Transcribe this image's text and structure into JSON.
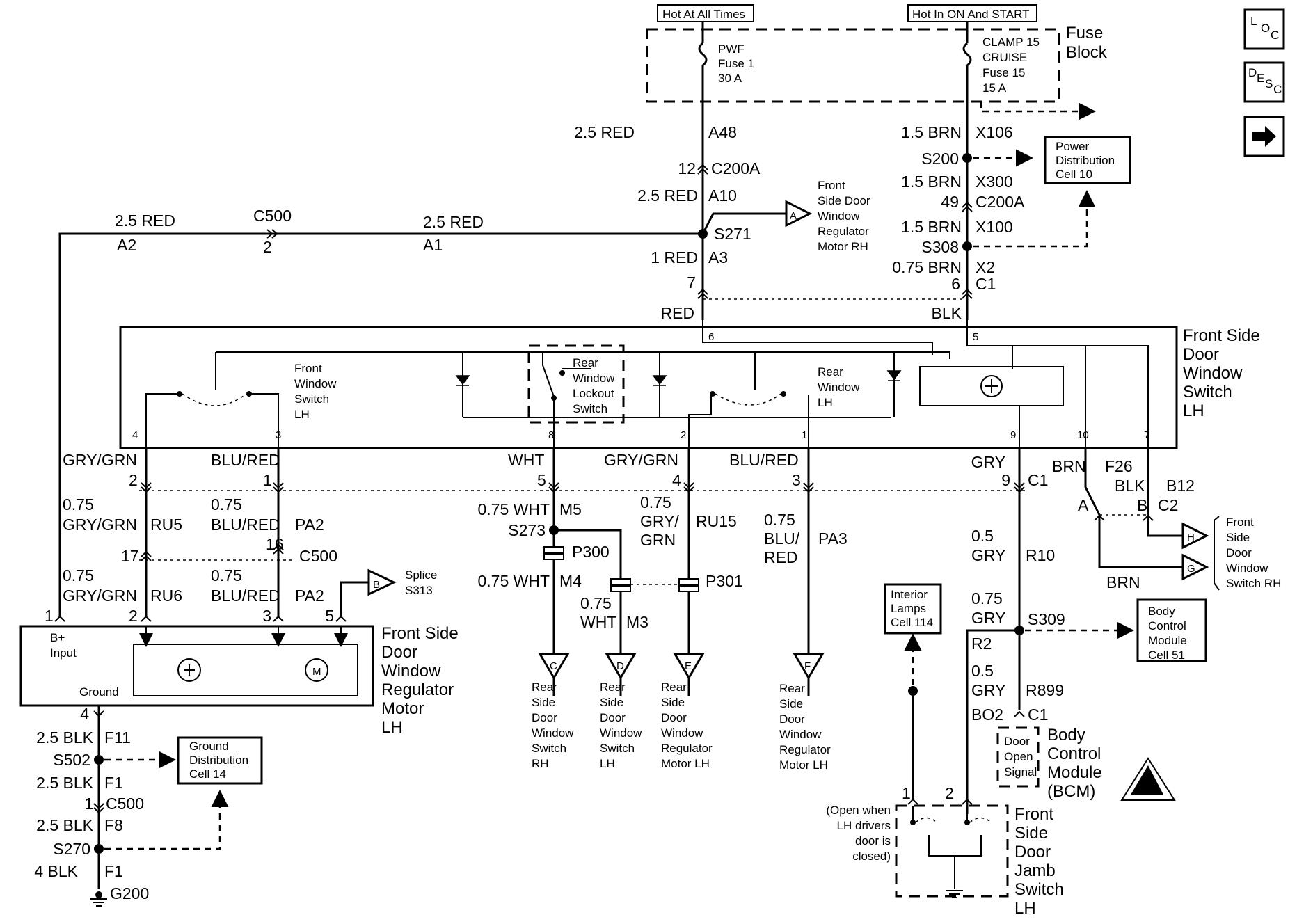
{
  "headers": {
    "hot_always": "Hot At All Times",
    "hot_on_start": "Hot In ON And START"
  },
  "fuse_block": {
    "title_line1": "Fuse",
    "title_line2": "Block",
    "pwf_line1": "PWF",
    "pwf_line2": "Fuse 1",
    "pwf_line3": "30 A",
    "clamp_line1": "CLAMP 15",
    "clamp_line2": "CRUISE",
    "clamp_line3": "Fuse 15",
    "clamp_line4": "15 A"
  },
  "nav_buttons": {
    "loc_l": "L",
    "loc_o": "O",
    "loc_c": "C",
    "desc_d": "D",
    "desc_e": "E",
    "desc_s": "S",
    "desc_c": "C"
  },
  "left_feed": {
    "w1": "2.5 RED",
    "c1": "A48",
    "pin_c200a": "12",
    "conn_c200a": "C200A",
    "w2": "2.5 RED",
    "c2": "A10",
    "splice": "S271",
    "w3": "1 RED",
    "c3": "A3",
    "pin7": "7",
    "color": "RED",
    "wire_a2": "2.5 RED",
    "ckt_a2": "A2",
    "c500": "C500",
    "c500_pin": "2",
    "wire_a1": "2.5 RED",
    "ckt_a1": "A1",
    "ref_a": "A",
    "ref_a_text1": "Front",
    "ref_a_text2": "Side Door",
    "ref_a_text3": "Window",
    "ref_a_text4": "Regulator",
    "ref_a_text5": "Motor RH"
  },
  "right_feed": {
    "w1": "1.5 BRN",
    "c1": "X106",
    "s200": "S200",
    "w2": "1.5 BRN",
    "c2": "X300",
    "pin_c200a": "49",
    "conn_c200a": "C200A",
    "w3": "1.5 BRN",
    "c3": "X100",
    "s308": "S308",
    "w4": "0.75 BRN",
    "c4": "X2",
    "pin6": "6",
    "c1_conn": "C1",
    "color": "BLK",
    "pdc_line1": "Power",
    "pdc_line2": "Distribution",
    "pdc_line3": "Cell 10"
  },
  "switch_box": {
    "title1": "Front Side",
    "title2": "Door",
    "title3": "Window",
    "title4": "Switch",
    "title5": "LH",
    "fw_line1": "Front",
    "fw_line2": "Window",
    "fw_line3": "Switch",
    "fw_line4": "LH",
    "rl_line1": "Rear",
    "rl_line2": "Window",
    "rl_line3": "Lockout",
    "rl_line4": "Switch",
    "rw_line1": "Rear",
    "rw_line2": "Window",
    "rw_line3": "LH",
    "pin6": "6",
    "pin5": "5",
    "pin4": "4",
    "pin3": "3",
    "pin8": "8",
    "pin2": "2",
    "pin1": "1",
    "pin9": "9",
    "pin10": "10",
    "pin7": "7"
  },
  "lower_wires": {
    "gg_color": "GRY/GRN",
    "gg_pin": "2",
    "br_color": "BLU/RED",
    "br_pin": "1",
    "wht_color": "WHT",
    "wht_pin": "5",
    "gg2_color": "GRY/GRN",
    "gg2_pin": "4",
    "br2_color": "BLU/RED",
    "br2_pin": "3",
    "gry_color": "GRY",
    "gry_pin": "9",
    "c1": "C1",
    "brn_color": "BRN",
    "f26": "F26",
    "blk_color": "BLK",
    "b12": "B12",
    "pin_a": "A",
    "pin_b": "B",
    "c2": "C2",
    "ru5_w": "0.75",
    "ru5_c": "GRY/GRN",
    "ru5": "RU5",
    "pa2_w": "0.75",
    "pa2_c": "BLU/RED",
    "pa2": "PA2",
    "c500_17": "17",
    "c500_16": "16",
    "c500": "C500",
    "ru6_w": "0.75",
    "ru6_c": "GRY/GRN",
    "ru6": "RU6",
    "pa2b_w": "0.75",
    "pa2b_c": "BLU/RED",
    "pa2b": "PA2",
    "ref_b": "B",
    "splice_s313_1": "Splice",
    "splice_s313_2": "S313",
    "m5": "0.75 WHT",
    "m5c": "M5",
    "s273": "S273",
    "p300": "P300",
    "m4": "0.75 WHT",
    "m4c": "M4",
    "m3_w": "0.75",
    "m3_c": "WHT",
    "m3": "M3",
    "p301": "P301",
    "ru15_w": "0.75",
    "ru15_c1": "GRY/",
    "ru15_c2": "GRN",
    "ru15": "RU15",
    "pa3_w": "0.75",
    "pa3_c1": "BLU/",
    "pa3_c2": "RED",
    "pa3": "PA3",
    "r10_w": "0.5",
    "r10_c": "GRY",
    "r10": "R10",
    "s309_w": "0.75",
    "s309_c": "GRY",
    "s309": "S309",
    "r2": "R2",
    "r899_w": "0.5",
    "r899_c": "GRY",
    "r899": "R899",
    "bo2": "BO2",
    "c1b": "C1",
    "brn2": "BRN",
    "ref_h": "H",
    "ref_g": "G",
    "fsdws_rh1": "Front",
    "fsdws_rh2": "Side",
    "fsdws_rh3": "Door",
    "fsdws_rh4": "Window",
    "fsdws_rh5": "Switch RH"
  },
  "refs": {
    "c": "C",
    "c1": "Rear",
    "c2": "Side",
    "c3": "Door",
    "c4": "Window",
    "c5": "Switch",
    "c6": "RH",
    "d": "D",
    "d1": "Rear",
    "d2": "Side",
    "d3": "Door",
    "d4": "Window",
    "d5": "Switch",
    "d6": "LH",
    "e": "E",
    "e1": "Rear",
    "e2": "Side",
    "e3": "Door",
    "e4": "Window",
    "e5": "Regulator",
    "e6": "Motor LH",
    "f": "F",
    "f1": "Rear",
    "f2": "Side",
    "f3": "Door",
    "f4": "Window",
    "f5": "Regulator",
    "f6": "Motor LH"
  },
  "motor": {
    "pin1": "1",
    "pin2": "2",
    "pin3": "3",
    "pin5": "5",
    "pin4": "4",
    "b_input1": "B+",
    "b_input2": "Input",
    "ground": "Ground",
    "m": "M",
    "title1": "Front Side",
    "title2": "Door",
    "title3": "Window",
    "title4": "Regulator",
    "title5": "Motor",
    "title6": "LH"
  },
  "ground": {
    "f11_w": "2.5 BLK",
    "f11": "F11",
    "s502": "S502",
    "f1_w": "2.5 BLK",
    "f1": "F1",
    "c500_pin": "1",
    "c500": "C500",
    "f8_w": "2.5 BLK",
    "f8": "F8",
    "s270": "S270",
    "f1b_w": "4 BLK",
    "f1b": "F1",
    "g200": "G200",
    "gdc1": "Ground",
    "gdc2": "Distribution",
    "gdc3": "Cell 14"
  },
  "bcm": {
    "il1": "Interior",
    "il2": "Lamps",
    "il3": "Cell 114",
    "bcm_ref1": "Body",
    "bcm_ref2": "Control",
    "bcm_ref3": "Module",
    "bcm_ref4": "Cell 51",
    "door1": "Door",
    "door2": "Open",
    "door3": "Signal",
    "title1": "Body",
    "title2": "Control",
    "title3": "Module",
    "title4": "(BCM)"
  },
  "jamb": {
    "pin1": "1",
    "pin2": "2",
    "note1": "(Open when",
    "note2": "LH drivers",
    "note3": "door is",
    "note4": "closed)",
    "title1": "Front",
    "title2": "Side",
    "title3": "Door",
    "title4": "Jamb",
    "title5": "Switch",
    "title6": "LH"
  }
}
